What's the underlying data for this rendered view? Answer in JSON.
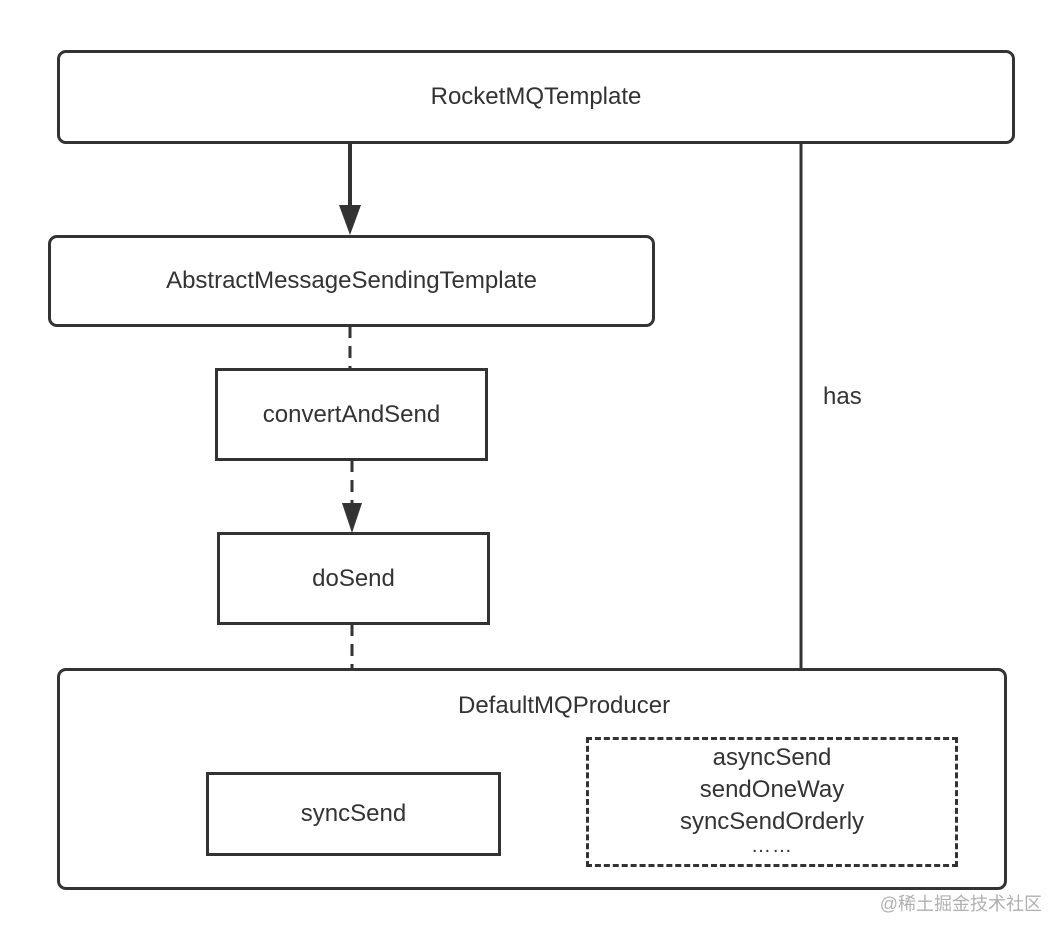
{
  "nodes": {
    "rocketmq_template": "RocketMQTemplate",
    "abstract_template": "AbstractMessageSendingTemplate",
    "convert_and_send": "convertAndSend",
    "do_send": "doSend",
    "default_producer": "DefaultMQProducer",
    "sync_send": "syncSend"
  },
  "other_methods": [
    "asyncSend",
    "sendOneWay",
    "syncSendOrderly",
    "……"
  ],
  "edges": {
    "has_label": "has"
  },
  "watermark": "@稀土掘金技术社区",
  "colors": {
    "stroke": "#333333",
    "text": "#333333",
    "background": "#ffffff",
    "watermark": "#b0b0b0"
  }
}
